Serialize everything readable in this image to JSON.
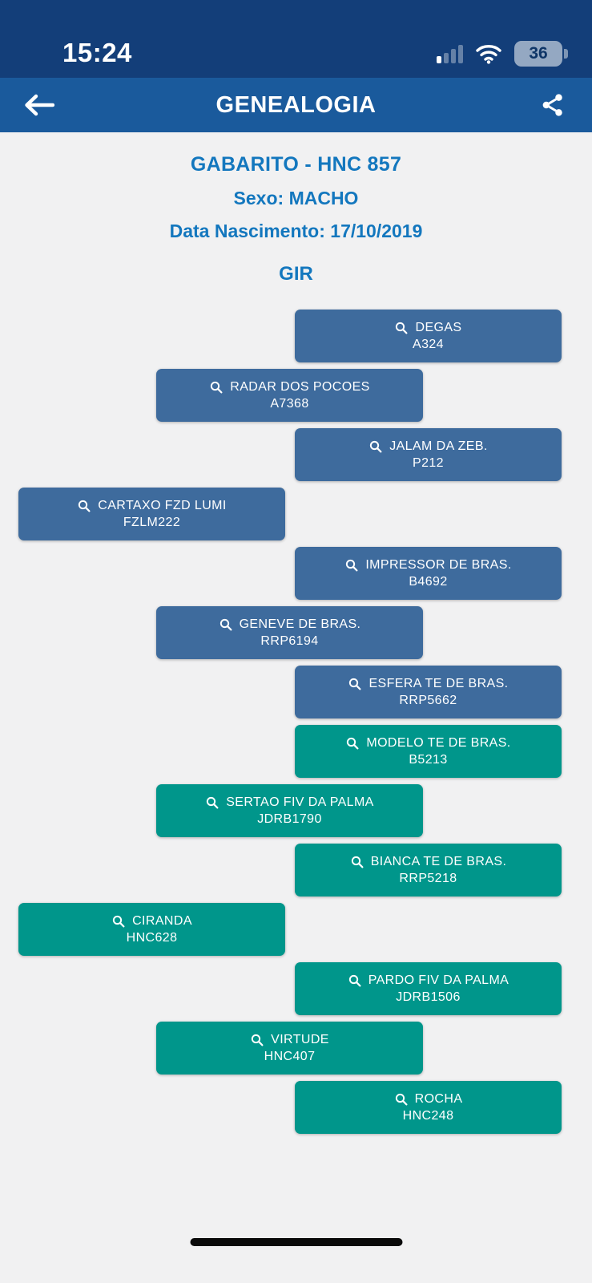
{
  "status_bar": {
    "time": "15:24",
    "battery_level": "36"
  },
  "nav": {
    "title": "GENEALOGIA"
  },
  "animal": {
    "title": "GABARITO - HNC 857",
    "sex_line": "Sexo: MACHO",
    "birth_line": "Data Nascimento: 17/10/2019",
    "breed": "GIR"
  },
  "colors": {
    "status_bar": "#133e79",
    "nav_bar": "#1a5a9c",
    "info_text": "#1377be",
    "sire_box": "#3e6b9d",
    "dam_box": "#00968b",
    "background": "#f1f1f2"
  },
  "icons": {
    "back": "arrow-left",
    "share": "share-nodes",
    "node_prefix": "magnifier-search",
    "status_right": [
      "cellular-signal-bars",
      "wifi",
      "battery-with-percent"
    ]
  },
  "pedigree": {
    "nodes": [
      {
        "name": "DEGAS",
        "id": "A324",
        "line": "sire",
        "level": 3
      },
      {
        "name": "RADAR DOS POCOES",
        "id": "A7368",
        "line": "sire",
        "level": 2
      },
      {
        "name": "JALAM DA ZEB.",
        "id": "P212",
        "line": "sire",
        "level": 3
      },
      {
        "name": "CARTAXO FZD LUMI",
        "id": "FZLM222",
        "line": "sire",
        "level": 1
      },
      {
        "name": "IMPRESSOR DE BRAS.",
        "id": "B4692",
        "line": "sire",
        "level": 3
      },
      {
        "name": "GENEVE DE BRAS.",
        "id": "RRP6194",
        "line": "sire",
        "level": 2
      },
      {
        "name": "ESFERA TE DE BRAS.",
        "id": "RRP5662",
        "line": "sire",
        "level": 3
      },
      {
        "name": "MODELO TE DE BRAS.",
        "id": "B5213",
        "line": "dam",
        "level": 3
      },
      {
        "name": "SERTAO FIV DA PALMA",
        "id": "JDRB1790",
        "line": "dam",
        "level": 2
      },
      {
        "name": "BIANCA TE DE BRAS.",
        "id": "RRP5218",
        "line": "dam",
        "level": 3
      },
      {
        "name": "CIRANDA",
        "id": "HNC628",
        "line": "dam",
        "level": 1
      },
      {
        "name": "PARDO FIV DA PALMA",
        "id": "JDRB1506",
        "line": "dam",
        "level": 3
      },
      {
        "name": "VIRTUDE",
        "id": "HNC407",
        "line": "dam",
        "level": 2
      },
      {
        "name": "ROCHA",
        "id": "HNC248",
        "line": "dam",
        "level": 3
      }
    ]
  }
}
